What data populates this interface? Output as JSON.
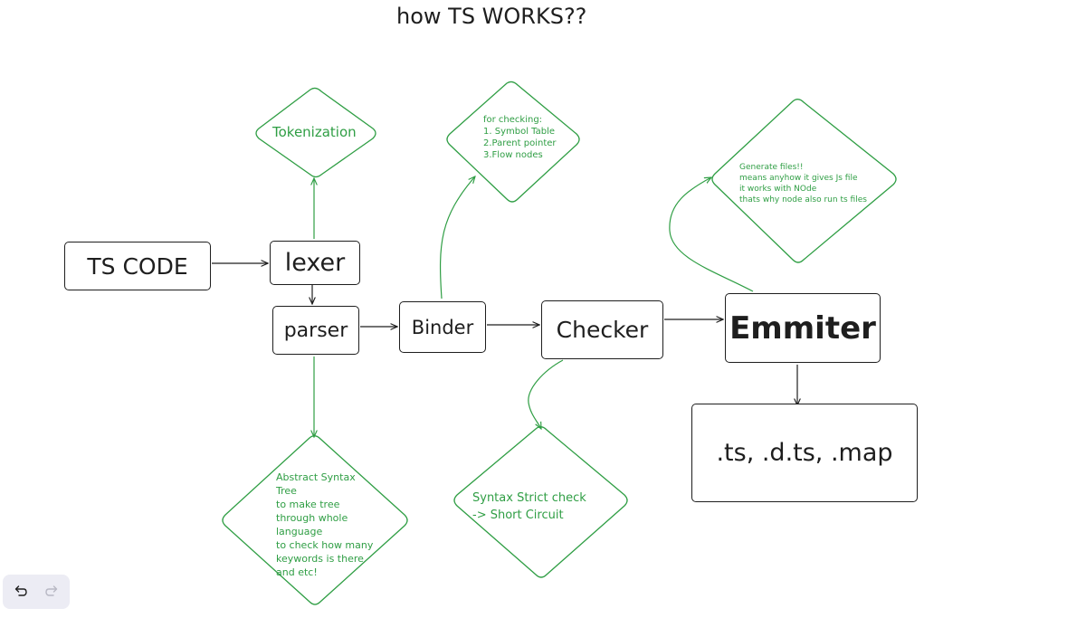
{
  "title": "how TS WORKS??",
  "nodes": {
    "ts_code": "TS CODE",
    "lexer": "lexer",
    "parser": "parser",
    "binder": "Binder",
    "checker": "Checker",
    "emmiter": "Emmiter",
    "output": ".ts, .d.ts, .map"
  },
  "notes": {
    "tokenization": "Tokenization",
    "binder_note": "for checking:\n1. Symbol Table\n2.Parent pointer\n3.Flow nodes",
    "emmiter_note": "Generate files!!\nmeans anyhow it gives Js file\nit works with NOde\nthats why node also run ts files",
    "ast_note": "Abstract Syntax\nTree\nto make tree\nthrough whole\nlanguage\nto check how many\nkeywords is there\nand etc!",
    "checker_note": "Syntax Strict check\n-> Short Circuit"
  },
  "colors": {
    "stroke": "#1e1e1e",
    "accent": "#2f9e44",
    "toolbar_bg": "#ececf4"
  },
  "toolbar": {
    "undo_icon": "undo-icon",
    "redo_icon": "redo-icon"
  }
}
